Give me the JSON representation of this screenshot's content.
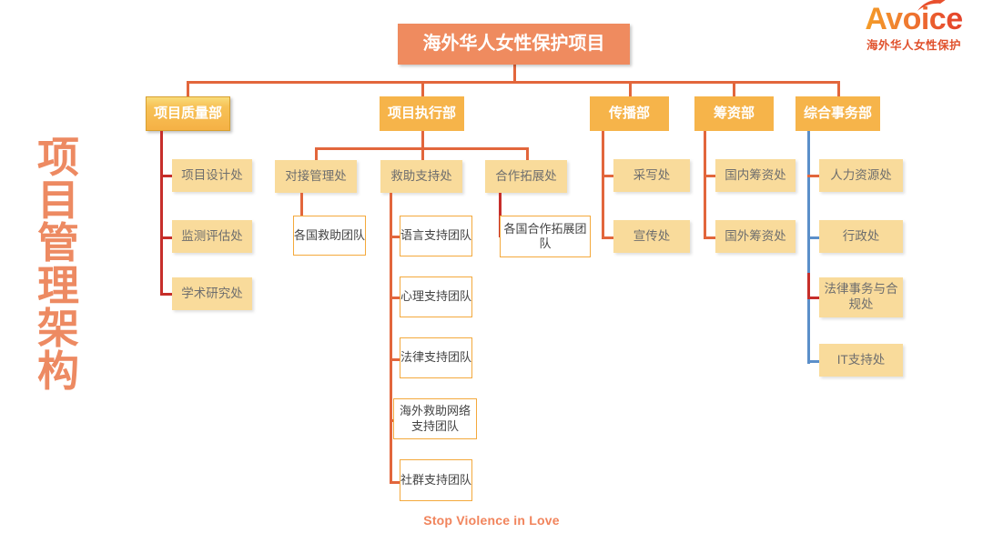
{
  "meta": {
    "vertical_title": "项目管理架构",
    "tagline": "Stop Violence in Love"
  },
  "logo": {
    "wordmark": "Avoice",
    "subtitle": "海外华人女性保护",
    "arc_icon": "arc-swoosh-icon",
    "colors": {
      "start": "#F5A623",
      "end": "#E03A28"
    }
  },
  "colors": {
    "root_fill": "#EF8B5F",
    "dept_fill": "#F6B44A",
    "unit_fill": "#F9DB9B",
    "team_fill": "#FFFFFF",
    "team_border": "#F4A93C",
    "connector_orange": "#E2663C",
    "connector_red": "#C62E2A",
    "connector_blue": "#5B8FC9",
    "title_color": "#ED8A62",
    "tagline_color": "#F1845C"
  },
  "chart_data": {
    "type": "org-chart",
    "root": "海外华人女性保护项目",
    "departments": [
      {
        "name": "项目质量部",
        "units": [
          {
            "name": "项目设计处",
            "teams": []
          },
          {
            "name": "监测评估处",
            "teams": []
          },
          {
            "name": "学术研究处",
            "teams": []
          }
        ]
      },
      {
        "name": "项目执行部",
        "units": [
          {
            "name": "对接管理处",
            "teams": [
              "各国救助团队"
            ]
          },
          {
            "name": "救助支持处",
            "teams": [
              "语言支持团队",
              "心理支持团队",
              "法律支持团队",
              "海外救助网络支持团队",
              "社群支持团队"
            ]
          },
          {
            "name": "合作拓展处",
            "teams": [
              "各国合作拓展团队"
            ]
          }
        ]
      },
      {
        "name": "传播部",
        "units": [
          {
            "name": "采写处",
            "teams": []
          },
          {
            "name": "宣传处",
            "teams": []
          }
        ]
      },
      {
        "name": "筹资部",
        "units": [
          {
            "name": "国内筹资处",
            "teams": []
          },
          {
            "name": "国外筹资处",
            "teams": []
          }
        ]
      },
      {
        "name": "综合事务部",
        "units": [
          {
            "name": "人力资源处",
            "teams": []
          },
          {
            "name": "行政处",
            "teams": []
          },
          {
            "name": "法律事务与合规处",
            "teams": []
          },
          {
            "name": "IT支持处",
            "teams": []
          }
        ]
      }
    ]
  },
  "nodes": {
    "root": "海外华人女性保护项目",
    "dept_quality": "项目质量部",
    "dept_exec": "项目执行部",
    "dept_comm": "传播部",
    "dept_fund": "筹资部",
    "dept_admin": "综合事务部",
    "q_design": "项目设计处",
    "q_monitor": "监测评估处",
    "q_research": "学术研究处",
    "e_liaison": "对接管理处",
    "e_support": "救助支持处",
    "e_partner": "合作拓展处",
    "e_liaison_team": "各国救助团队",
    "e_partner_team": "各国合作拓展团队",
    "t_language": "语言支持团队",
    "t_psych": "心理支持团队",
    "t_legal": "法律支持团队",
    "t_network": "海外救助网络支持团队",
    "t_community": "社群支持团队",
    "c_write": "采写处",
    "c_promote": "宣传处",
    "f_domestic": "国内筹资处",
    "f_overseas": "国外筹资处",
    "a_hr": "人力资源处",
    "a_admin": "行政处",
    "a_legal": "法律事务与合规处",
    "a_it": "IT支持处"
  }
}
